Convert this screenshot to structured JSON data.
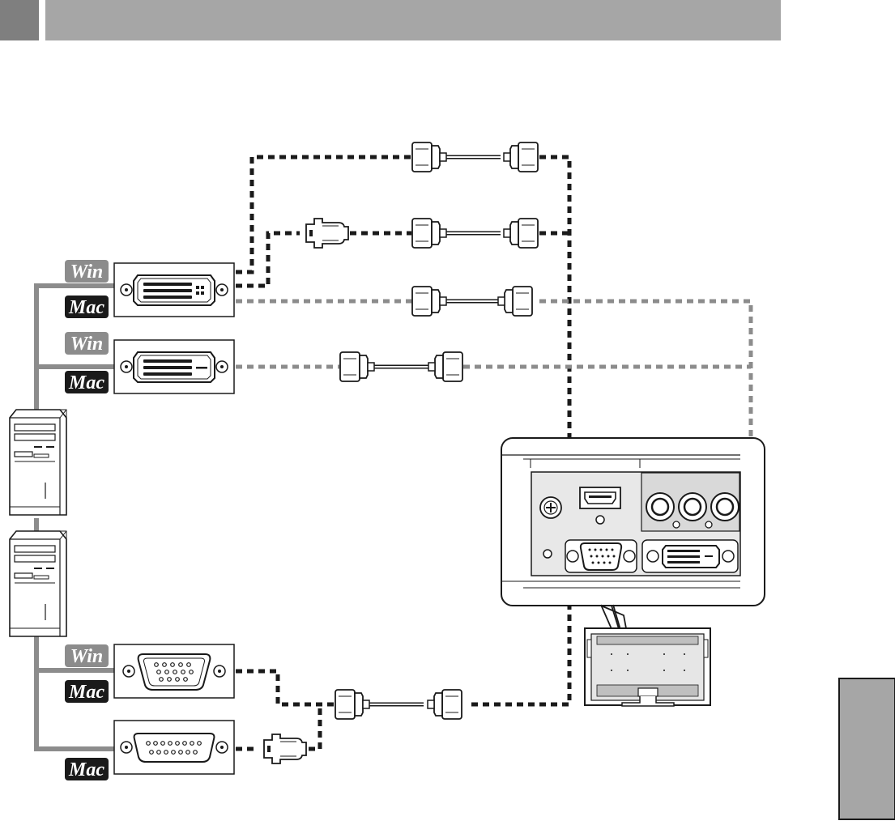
{
  "header": {
    "title": ""
  },
  "os_badges": {
    "windows": "Win",
    "mac": "Mac"
  },
  "side_tab": {
    "label": ""
  },
  "colors": {
    "header_bar": "#a6a6a6",
    "header_square": "#7f7f7f",
    "side_tab": "#a6a6a6",
    "analog_cable_line": "#1a1a1a",
    "digital_cable_line": "#8c8c8c",
    "line_art": "#1a1a1a"
  },
  "diagram": {
    "computers": [
      "computer-tower-top",
      "computer-tower-bottom"
    ],
    "computer_ports": [
      "dvi-i-port",
      "dvi-d-port",
      "vga-port-windows",
      "mac-db15-port"
    ],
    "monitor_ports": [
      "hdmi-port",
      "rca-ports",
      "vga-port",
      "dvi-port"
    ]
  }
}
